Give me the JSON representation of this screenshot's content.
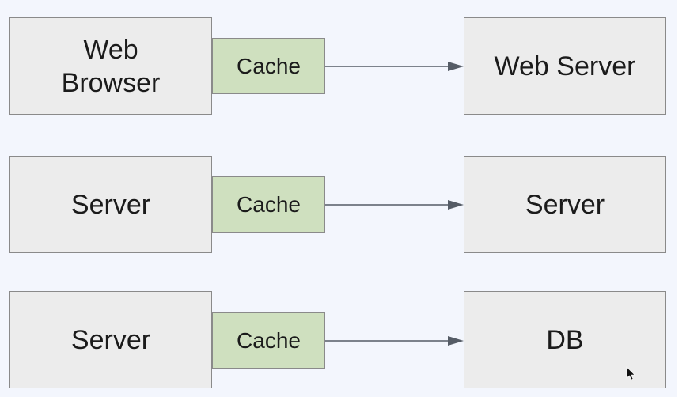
{
  "diagram": {
    "rows": [
      {
        "source": "Web Browser",
        "cache": "Cache",
        "target": "Web Server"
      },
      {
        "source": "Server",
        "cache": "Cache",
        "target": "Server"
      },
      {
        "source": "Server",
        "cache": "Cache",
        "target": "DB"
      }
    ],
    "colors": {
      "background": "#f3f6fd",
      "node_fill": "#ececec",
      "cache_fill": "#cfe0bf",
      "border": "#8a8a8a",
      "arrow": "#555c66"
    },
    "cursor_icon": "mouse-pointer-icon"
  }
}
